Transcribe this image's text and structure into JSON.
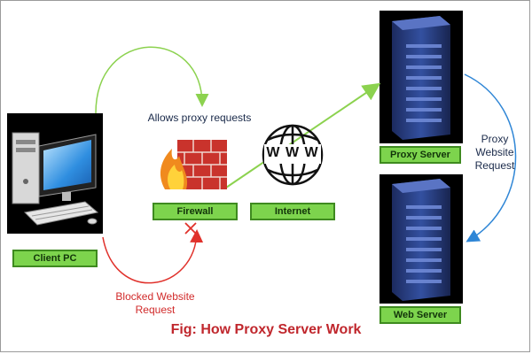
{
  "nodes": {
    "client_pc": "Client PC",
    "firewall": "Firewall",
    "internet": "Internet",
    "proxy_server": "Proxy Server",
    "web_server": "Web Server"
  },
  "annotations": {
    "allows_proxy": "Allows proxy requests",
    "blocked_line1": "Blocked Website",
    "blocked_line2": "Request",
    "proxy_req_line1": "Proxy",
    "proxy_req_line2": "Website",
    "proxy_req_line3": "Request",
    "www": "W W W"
  },
  "caption": "Fig: How Proxy Server Work",
  "colors": {
    "label_fill": "#7dd44d",
    "allowed_arrow": "#8cd24f",
    "blocked_arrow": "#e0312b",
    "proxy_arrow": "#2f86d6",
    "caption": "#c0272d"
  },
  "icons": [
    "client-pc-icon",
    "firewall-icon",
    "globe-icon",
    "server-rack-icon",
    "blocked-x-icon"
  ]
}
